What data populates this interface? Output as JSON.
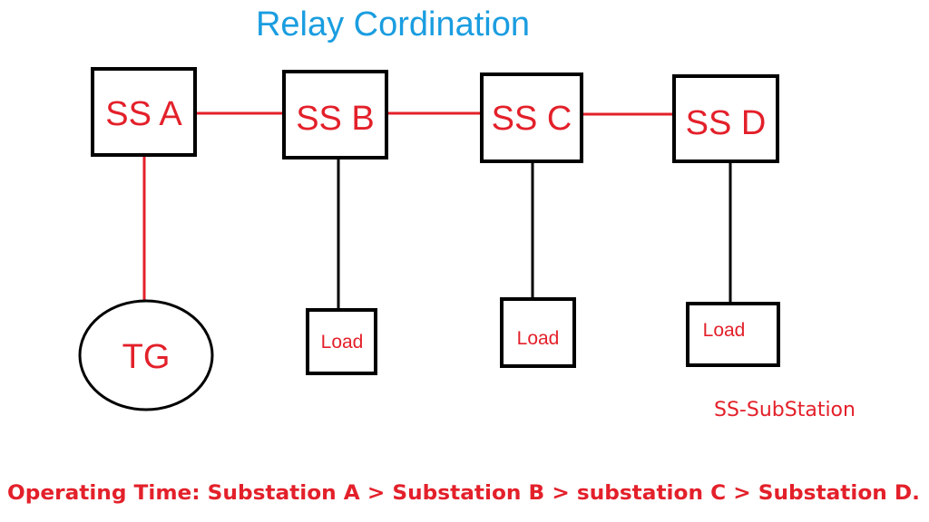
{
  "title": "Relay Cordination",
  "colors": {
    "title": "#1a9de0",
    "label": "#e3202a",
    "red_line": "#e3202a",
    "black_line": "#000000"
  },
  "substations": [
    {
      "id": "A",
      "label": "SS A"
    },
    {
      "id": "B",
      "label": "SS B"
    },
    {
      "id": "C",
      "label": "SS C"
    },
    {
      "id": "D",
      "label": "SS D"
    }
  ],
  "generator": {
    "label": "TG",
    "connected_to": "A"
  },
  "loads": [
    {
      "label": "Load",
      "connected_to": "B"
    },
    {
      "label": "Load",
      "connected_to": "C"
    },
    {
      "label": "Load",
      "connected_to": "D"
    }
  ],
  "connections": [
    {
      "from": "A",
      "to": "B",
      "color": "red"
    },
    {
      "from": "B",
      "to": "C",
      "color": "red"
    },
    {
      "from": "C",
      "to": "D",
      "color": "red"
    },
    {
      "from": "A",
      "to": "TG",
      "color": "red"
    },
    {
      "from": "B",
      "to": "Load B",
      "color": "black"
    },
    {
      "from": "C",
      "to": "Load C",
      "color": "black"
    },
    {
      "from": "D",
      "to": "Load D",
      "color": "black"
    }
  ],
  "legend": "SS-SubStation",
  "footer": "Operating Time: Substation A > Substation B > substation C > Substation D."
}
